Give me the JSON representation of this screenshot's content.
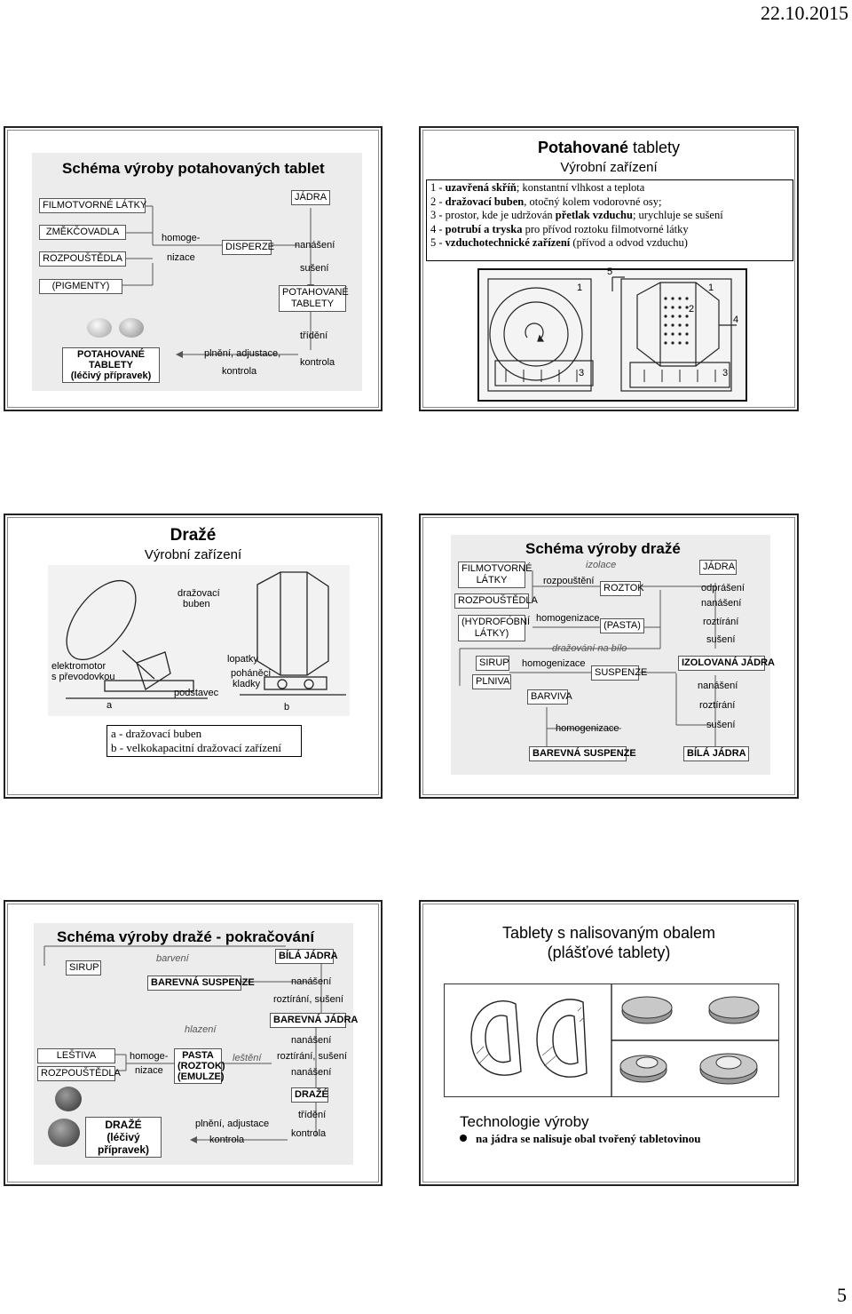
{
  "header": {
    "date": "22.10.2015"
  },
  "footer": {
    "page_number": "5"
  },
  "s1": {
    "title": "Schéma výroby potahovaných tablet",
    "boxes": {
      "filmotvorne": "FILMOTVORNÉ LÁTKY",
      "zmekcovadla": "ZMĚKČOVADLA",
      "rozpoustedla": "ROZPOUŠTĚDLA",
      "pigmenty": "(PIGMENTY)",
      "disperze": "DISPERZE",
      "jadra": "JÁDRA",
      "potahovane_tablety": [
        "POTAHOVANÉ",
        "TABLETY"
      ],
      "final": [
        "POTAHOVANÉ",
        "TABLETY",
        "(léčivý přípravek)"
      ]
    },
    "labels": {
      "homoge": "homoge-",
      "nizace": "nizace",
      "nanaseni": "nanášení",
      "suseni": "sušení",
      "trideni": "třídění",
      "kontrola_right": "kontrola",
      "plneni": "plnění, adjustace,",
      "kontrola_left": "kontrola"
    }
  },
  "s2": {
    "title_bold": "Potahované",
    "title_rest": " tablety",
    "subtitle": "Výrobní zařízení",
    "items": [
      {
        "pre": "1 - ",
        "bold": "uzavřená skříň",
        "rest": "; konstantní vlhkost a teplota"
      },
      {
        "pre": "2 - ",
        "bold": "dražovací buben",
        "rest": ", otočný kolem vodorovné osy;"
      },
      {
        "pre": "3 - prostor, kde je udržován ",
        "bold": "přetlak vzduchu",
        "rest": "; urychluje se sušení"
      },
      {
        "pre": "4 - ",
        "bold": "potrubí a tryska",
        "rest": " pro přívod roztoku filmotvorné látky"
      },
      {
        "pre": "5 - ",
        "bold": "vzduchotechnické zařízení",
        "rest": " (přívod a odvod vzduchu)"
      }
    ],
    "figure_numbers": [
      "5",
      "1",
      "3",
      "1",
      "2",
      "4",
      "3"
    ]
  },
  "s3": {
    "title": "Dražé",
    "subtitle": "Výrobní zařízení",
    "figure_labels": {
      "drazovaci": "dražovací",
      "buben": "buben",
      "elektromotor": "elektromotor",
      "s_prevodovkou": "s převodovkou",
      "lopatky": "lopatky",
      "pohanecí": "poháněcí",
      "kladky": "kladky",
      "podstavec": "podstavec",
      "a": "a",
      "b": "b"
    },
    "caption": [
      "a - dražovací buben",
      "b - velkokapacitní dražovací zařízení"
    ]
  },
  "s4": {
    "title": "Schéma výroby dražé",
    "boxes": {
      "filmotvorne": [
        "FILMOTVORNÉ",
        "LÁTKY"
      ],
      "rozpoustedla": "ROZPOUŠTĚDLA",
      "hydrofobni": [
        "(HYDROFÓBNÍ",
        "LÁTKY)"
      ],
      "roztok": "ROZTOK",
      "pasta": "(PASTA)",
      "jadra": "JÁDRA",
      "sirup": "SIRUP",
      "plniva": "PLNIVA",
      "suspenze": "SUSPENZE",
      "izolovana": "IZOLOVANÁ JÁDRA",
      "barviva": "BARVIVA",
      "barevna_suspenze": "BAREVNÁ SUSPENZE",
      "bila_jadra": "BÍLÁ JÁDRA"
    },
    "labels": {
      "izolace": "izolace",
      "rozpousteni": "rozpouštění",
      "homogenizace1": "homogenizace",
      "drazovani": "dražování na bílo",
      "homogenizace2": "homogenizace",
      "homogenizace3": "homogenizace",
      "odpraseni": "odprášení",
      "nanaseni1": "nanášení",
      "roztirani1": "roztírání",
      "suseni1": "sušení",
      "nanaseni2": "nanášení",
      "roztirani2": "roztírání",
      "suseni2": "sušení"
    }
  },
  "s5": {
    "title": "Schéma výroby dražé - pokračování",
    "boxes": {
      "sirup": "SIRUP",
      "bila_jadra": "BÍLÁ JÁDRA",
      "barevna_suspenze": "BAREVNÁ SUSPENZE",
      "barevna_jadra": "BAREVNÁ JÁDRA",
      "lestiva": "LEŠTIVA",
      "rozpoustedla": "ROZPOUŠTĚDLA",
      "pasta": [
        "PASTA",
        "(ROZTOK)",
        "(EMULZE)"
      ],
      "draze": "DRAŽÉ",
      "final": [
        "DRAŽÉ",
        "(léčivý",
        "přípravek)"
      ]
    },
    "labels": {
      "barveni": "barvení",
      "nanaseni1": "nanášení",
      "roztirani_suseni1": "roztírání, sušení",
      "hlazeni": "hlazení",
      "nanaseni2": "nanášení",
      "homoge": "homoge-",
      "nizace": "nizace",
      "lesteni": "leštění",
      "roztirani_suseni2": "roztírání, sušení",
      "nanaseni3": "nanášení",
      "trideni": "třídění",
      "kontrola_right": "kontrola",
      "plneni": "plnění, adjustace",
      "kontrola_left": "kontrola"
    }
  },
  "s6": {
    "title": [
      "Tablety s nalisovaným obalem",
      "(plášťové tablety)"
    ],
    "subheading": "Technologie výroby",
    "bullet": "na jádra se nalisuje obal tvořený tabletovinou"
  }
}
